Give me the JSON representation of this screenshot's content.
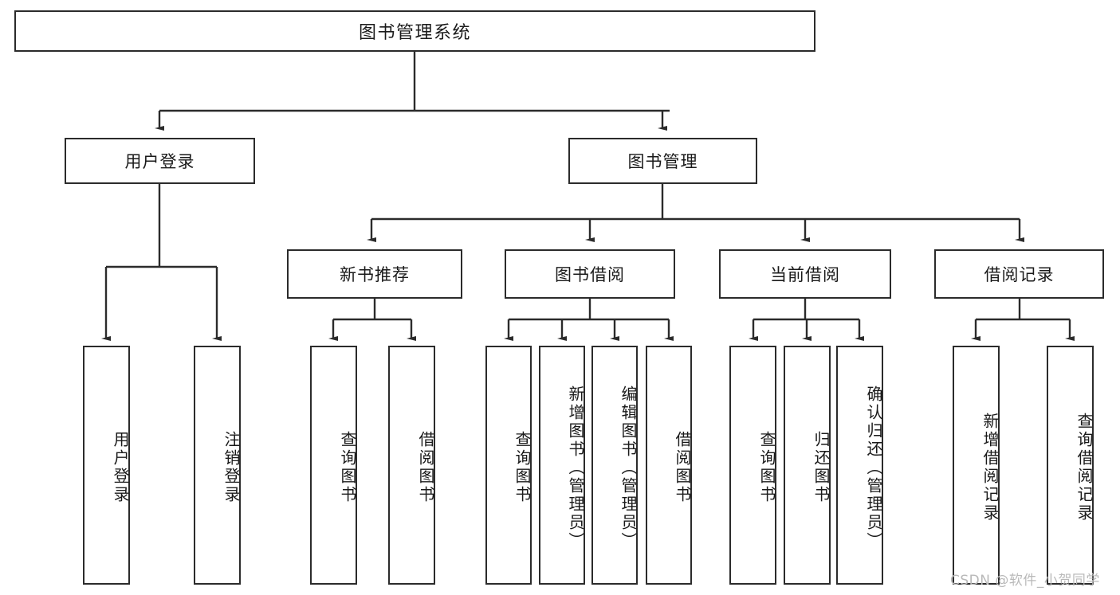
{
  "diagram": {
    "title": "图书管理系统",
    "type": "tree-structure-chart",
    "root": {
      "label": "图书管理系统"
    },
    "level1": [
      {
        "label": "用户登录"
      },
      {
        "label": "图书管理"
      }
    ],
    "level2": [
      {
        "label": "新书推荐",
        "parent": "图书管理"
      },
      {
        "label": "图书借阅",
        "parent": "图书管理"
      },
      {
        "label": "当前借阅",
        "parent": "图书管理"
      },
      {
        "label": "借阅记录",
        "parent": "图书管理"
      }
    ],
    "leaves": {
      "user_login": [
        {
          "label": "用户登录"
        },
        {
          "label": "注销登录"
        }
      ],
      "new_book": [
        {
          "label": "查询图书"
        },
        {
          "label": "借阅图书"
        }
      ],
      "borrow_book": [
        {
          "label": "查询图书"
        },
        {
          "label": "新增图书（管理员）"
        },
        {
          "label": "编辑图书（管理员）"
        },
        {
          "label": "借阅图书"
        }
      ],
      "current_borrow": [
        {
          "label": "查询图书"
        },
        {
          "label": "归还图书"
        },
        {
          "label": "确认归还（管理员）"
        }
      ],
      "borrow_record": [
        {
          "label": "新增借阅记录"
        },
        {
          "label": "查询借阅记录"
        }
      ]
    }
  },
  "watermark": {
    "text": "CSDN @软件_小贺同学"
  },
  "colors": {
    "stroke": "#2b2b2b",
    "background": "#ffffff",
    "text": "#1a1a1a",
    "watermark": "#b9b9b9"
  }
}
